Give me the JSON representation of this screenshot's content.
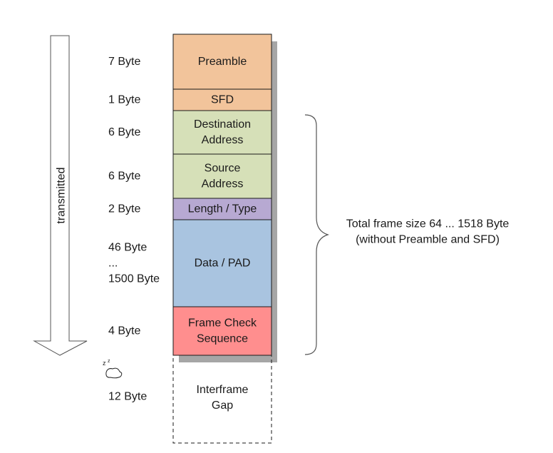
{
  "arrow": {
    "label": "transmitted"
  },
  "frame": {
    "segments": [
      {
        "id": "preamble",
        "label_lines": [
          "Preamble"
        ],
        "size_lines": [
          "7 Byte"
        ],
        "color": "#F2C49B"
      },
      {
        "id": "sfd",
        "label_lines": [
          "SFD"
        ],
        "size_lines": [
          "1 Byte"
        ],
        "color": "#F2C49B"
      },
      {
        "id": "destination-address",
        "label_lines": [
          "Destination",
          "Address"
        ],
        "size_lines": [
          "6 Byte"
        ],
        "color": "#D6E0B8"
      },
      {
        "id": "source-address",
        "label_lines": [
          "Source",
          "Address"
        ],
        "size_lines": [
          "6 Byte"
        ],
        "color": "#D6E0B8"
      },
      {
        "id": "length-type",
        "label_lines": [
          "Length / Type"
        ],
        "size_lines": [
          "2 Byte"
        ],
        "color": "#B7A9D2"
      },
      {
        "id": "data-pad",
        "label_lines": [
          "Data / PAD"
        ],
        "size_lines": [
          "46 Byte",
          "...",
          "1500 Byte"
        ],
        "color": "#A9C4E0"
      },
      {
        "id": "frame-check-sequence",
        "label_lines": [
          "Frame Check",
          "Sequence"
        ],
        "size_lines": [
          "4 Byte"
        ],
        "color": "#FF8E8E"
      }
    ],
    "gap": {
      "id": "interframe-gap",
      "label_lines": [
        "Interframe",
        "Gap"
      ],
      "size_lines": [
        "12 Byte"
      ]
    }
  },
  "brace_note": {
    "lines": [
      "Total frame size 64 ... 1518 Byte",
      "(without Preamble and SFD)"
    ]
  },
  "colors": {
    "shadow": "#A6A6A6",
    "stroke": "#1a1a1a",
    "arrow_fill": "#ffffff"
  }
}
